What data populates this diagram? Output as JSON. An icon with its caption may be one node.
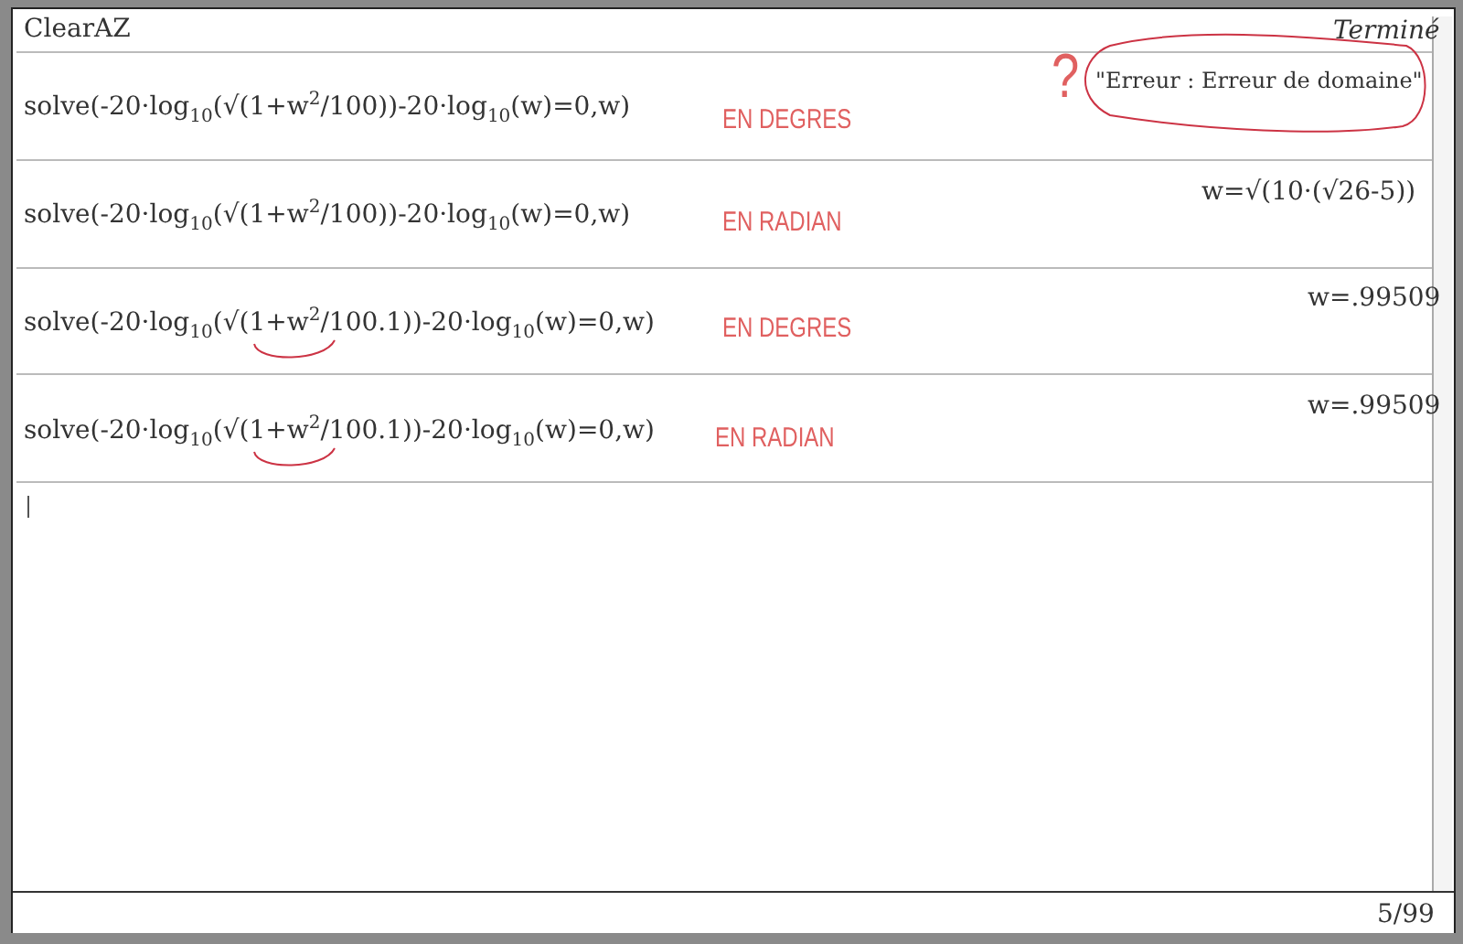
{
  "diagram": {
    "labels": [
      "ClearAZ",
      "Terminé",
      "solve(-20·log$_{10}$(√(1+w$^{2}$/100))-20·log$_{10}$(w)=0,w)",
      "EN DEGRES",
      "?",
      "\"Erreur : Erreur de domaine\"",
      "solve(-20·log$_{10}$(√(1+w$^{2}$/100))-20·log$_{10}$(w)=0,w)",
      "EN RADIAN",
      "w=√(10·(√26-5))",
      "solve(-20·log$_{10}$(√(1+w$^{2}$/100.1))-20·log$_{10}$(w)=0,w)",
      "EN DEGRES",
      "w=.99509",
      "solve(-20·log$_{10}$(√(1+w$^{2}$/100.1))-20·log$_{10}$(w)=0,w)",
      "EN RADIAN",
      "w=.99509",
      "5/99"
    ]
  }
}
